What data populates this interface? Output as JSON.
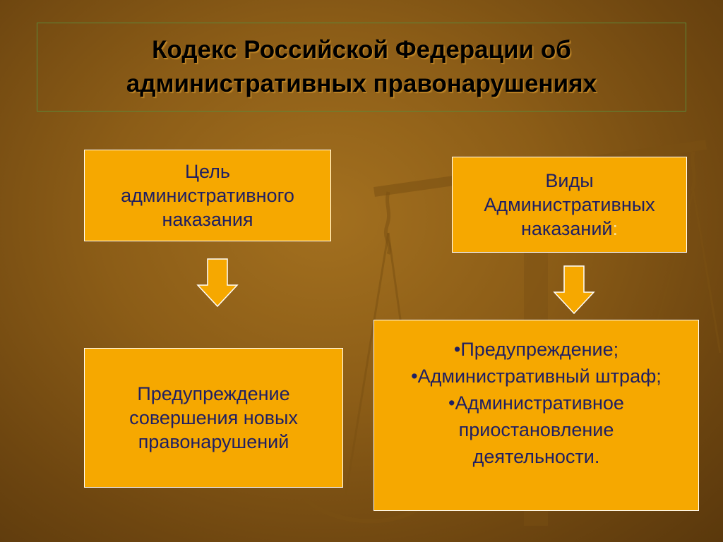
{
  "title": {
    "line1": "Кодекс Российской Федерации об",
    "line2": "административных правонарушениях"
  },
  "goal_box": {
    "line1": "Цель",
    "line2": "административного",
    "line3": "наказания"
  },
  "types_box": {
    "line1": "Виды",
    "line2": "Административных",
    "line3": "наказаний",
    "colon": ":"
  },
  "prevention_box": {
    "line1": "Предупреждение",
    "line2": "совершения новых",
    "line3": "правонарушений"
  },
  "list_box": {
    "item1": "•Предупреждение;",
    "item2": "•Административный штраф;",
    "item3": "•Административное",
    "item3_cont1": "приостановление",
    "item3_cont2": "деятельности."
  },
  "colors": {
    "background": "#8c5d17",
    "box_fill": "#f6a800",
    "box_text": "#1f1f63",
    "arrow_fill": "#f6a800",
    "title_frame": "#5c8a3a"
  }
}
